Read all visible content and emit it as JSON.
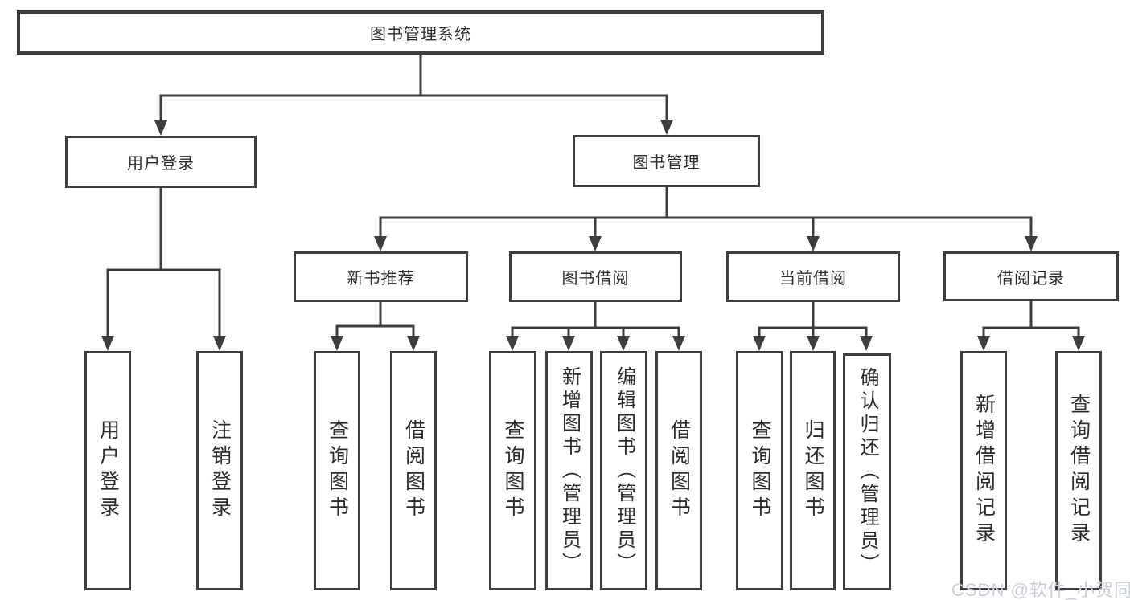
{
  "diagram": {
    "root": "图书管理系统",
    "user_login": {
      "label": "用户登录",
      "children": [
        "用户登录",
        "注销登录"
      ]
    },
    "book_mgmt": {
      "label": "图书管理",
      "modules": {
        "new_book": {
          "label": "新书推荐",
          "children": [
            "查询图书",
            "借阅图书"
          ]
        },
        "borrow": {
          "label": "图书借阅",
          "children": [
            "查询图书",
            "新增图书（管理员）",
            "编辑图书（管理员）",
            "借阅图书"
          ]
        },
        "current": {
          "label": "当前借阅",
          "children": [
            "查询图书",
            "归还图书",
            "确认归还（管理员）"
          ]
        },
        "records": {
          "label": "借阅记录",
          "children": [
            "新增借阅记录",
            "查询借阅记录"
          ]
        }
      }
    }
  },
  "watermark": "CSDN @软件_小贺同学",
  "colors": {
    "line": "#3d3d3d",
    "text": "#2b2b2b",
    "watermark": "#c9ced6",
    "background": "#ffffff"
  }
}
